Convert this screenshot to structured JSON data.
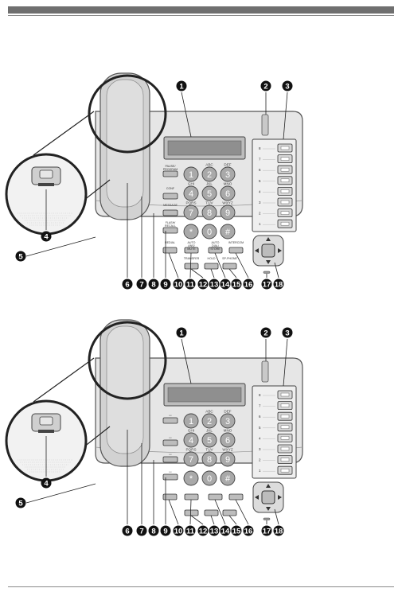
{
  "figure_a": {
    "callouts": [
      "1",
      "2",
      "3",
      "4",
      "5",
      "6",
      "7",
      "8",
      "9",
      "10",
      "11",
      "12",
      "13",
      "14",
      "15",
      "16",
      "17",
      "18"
    ],
    "dialpad": [
      {
        "digit": "1",
        "letters": ""
      },
      {
        "digit": "2",
        "letters": "ABC"
      },
      {
        "digit": "3",
        "letters": "DEF"
      },
      {
        "digit": "4",
        "letters": "GHI"
      },
      {
        "digit": "5",
        "letters": "JKL"
      },
      {
        "digit": "6",
        "letters": "MNO"
      },
      {
        "digit": "7",
        "letters": "PQRS"
      },
      {
        "digit": "8",
        "letters": "TUV"
      },
      {
        "digit": "9",
        "letters": "WXYZ"
      },
      {
        "digit": "*",
        "letters": ""
      },
      {
        "digit": "0",
        "letters": ""
      },
      {
        "digit": "#",
        "letters": ""
      }
    ],
    "left_buttons": [
      "PAUSE/ PROGRAM",
      "CONF",
      "MESSAGE",
      "FLASH/ RECALL"
    ],
    "bottom_buttons": [
      "REDIAL",
      "AUTO ANS/ MUTE",
      "AUTO DIAL/ STORE",
      "INTERCOM",
      "TRANSFER",
      "HOLD",
      "SP-PHONE"
    ],
    "flex_numbers": [
      "8",
      "7",
      "6",
      "5",
      "4",
      "3",
      "2",
      "1"
    ]
  },
  "figure_b": {
    "callouts": [
      "1",
      "2",
      "3",
      "4",
      "5",
      "6",
      "7",
      "8",
      "9",
      "10",
      "11",
      "12",
      "13",
      "14",
      "15",
      "16",
      "17",
      "18"
    ],
    "left_icons": [
      "pause-program-icon",
      "conference-icon",
      "message-icon",
      "recall-icon"
    ],
    "flex_numbers": [
      "8",
      "7",
      "6",
      "5",
      "4",
      "3",
      "2",
      "1"
    ]
  }
}
